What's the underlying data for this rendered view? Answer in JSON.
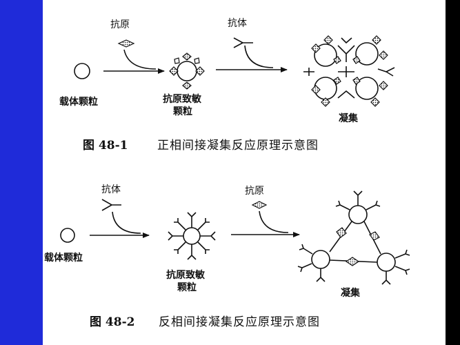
{
  "colors": {
    "side_band": "#1f2bd9",
    "right_bar": "#000000",
    "slide": "#ffffff",
    "ink": "#111111"
  },
  "fig1": {
    "label_antigen": "抗原",
    "label_antibody": "抗体",
    "label_carrier": "载体颗粒",
    "label_sensitized_line1": "抗原致敏",
    "label_sensitized_line2": "颗粒",
    "label_agglutination": "凝集",
    "caption_number": "图 48-1",
    "caption_text": "正相间接凝集反应原理示意图"
  },
  "fig2": {
    "label_antibody": "抗体",
    "label_antigen": "抗原",
    "label_carrier": "载体颗粒",
    "label_sensitized_line1": "抗原致敏",
    "label_sensitized_line2": "颗粒",
    "label_agglutination": "凝集",
    "caption_number": "图 48-2",
    "caption_text": "反相间接凝集反应原理示意图"
  }
}
